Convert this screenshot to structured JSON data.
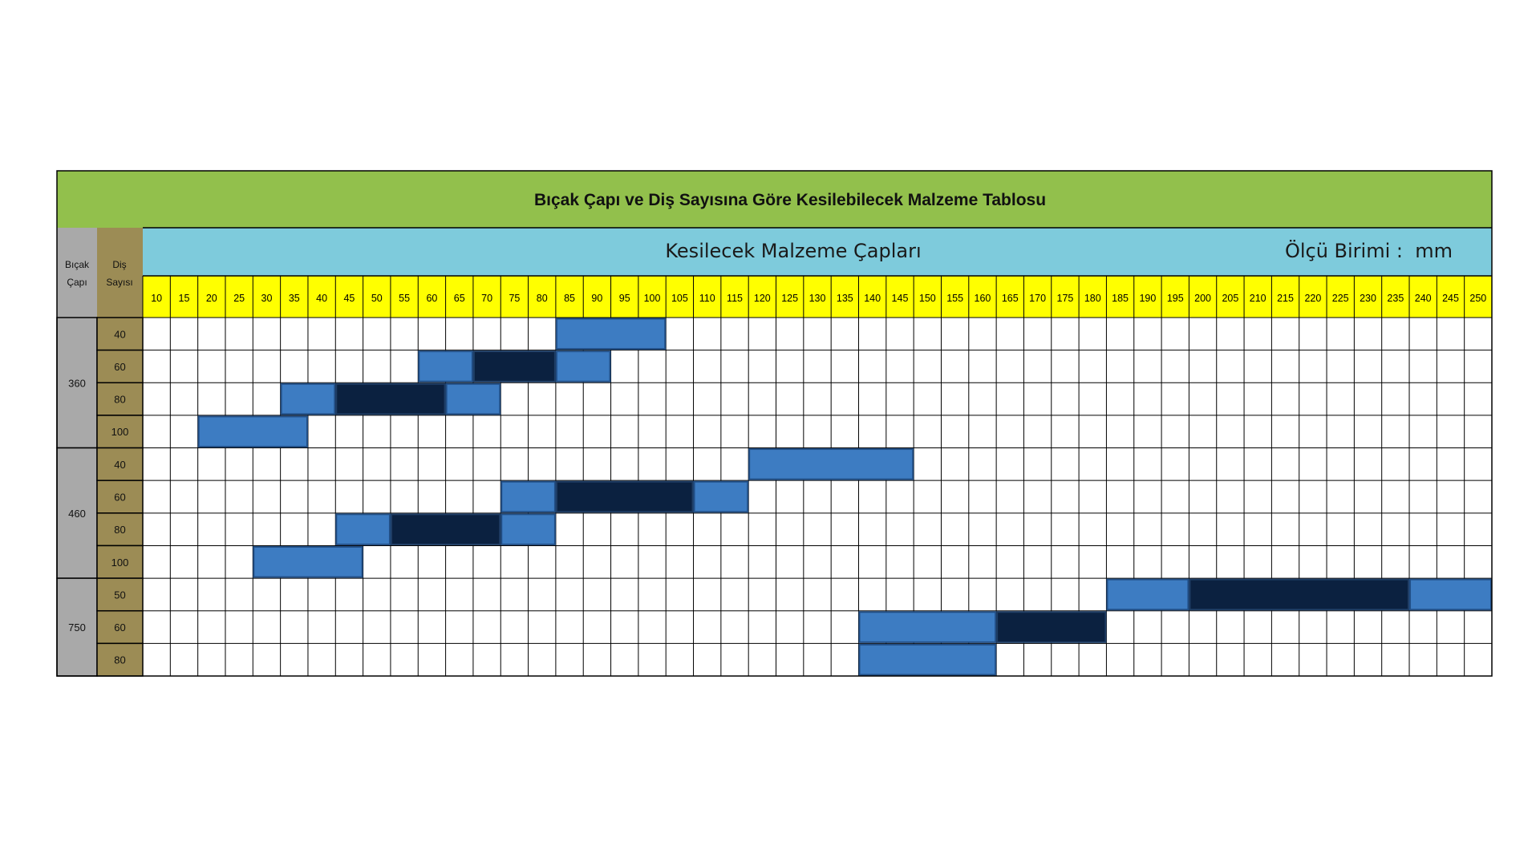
{
  "chart_data": {
    "type": "table",
    "title": "Bıçak Çapı ve Diş Sayısına Göre Kesilebilecek Malzeme Tablosu",
    "subtitle": "Kesilecek Malzeme Çapları",
    "unit_label": "Ölçü Birimi :  mm",
    "header_col1": [
      "Bıçak",
      "Çapı"
    ],
    "header_col2": [
      "Diş",
      "Sayısı"
    ],
    "x_ticks": [
      10,
      15,
      20,
      25,
      30,
      35,
      40,
      45,
      50,
      55,
      60,
      65,
      70,
      75,
      80,
      85,
      90,
      95,
      100,
      105,
      110,
      115,
      120,
      125,
      130,
      135,
      140,
      145,
      150,
      155,
      160,
      165,
      170,
      175,
      180,
      185,
      190,
      195,
      200,
      205,
      210,
      215,
      220,
      225,
      230,
      235,
      240,
      245,
      250
    ],
    "colors": {
      "title_band": "#92c04c",
      "subtitle_band": "#7ecbdc",
      "tick_band": "#ffff00",
      "blade_col": "#a9a9a9",
      "teeth_col": "#9c8c55",
      "range_light": "#3d7cc2",
      "range_light_border": "#224f86",
      "range_dark": "#0b2140",
      "grid": "#000000"
    },
    "groups": [
      {
        "blade_diameter": "360",
        "rows": [
          {
            "teeth": "40",
            "segments": [
              {
                "from": 85,
                "to": 100,
                "shade": "light"
              }
            ]
          },
          {
            "teeth": "60",
            "segments": [
              {
                "from": 60,
                "to": 65,
                "shade": "light"
              },
              {
                "from": 70,
                "to": 80,
                "shade": "dark"
              },
              {
                "from": 85,
                "to": 90,
                "shade": "light"
              }
            ]
          },
          {
            "teeth": "80",
            "segments": [
              {
                "from": 35,
                "to": 40,
                "shade": "light"
              },
              {
                "from": 45,
                "to": 60,
                "shade": "dark"
              },
              {
                "from": 65,
                "to": 70,
                "shade": "light"
              }
            ]
          },
          {
            "teeth": "100",
            "segments": [
              {
                "from": 20,
                "to": 35,
                "shade": "light"
              }
            ]
          }
        ]
      },
      {
        "blade_diameter": "460",
        "rows": [
          {
            "teeth": "40",
            "segments": [
              {
                "from": 120,
                "to": 145,
                "shade": "light"
              }
            ]
          },
          {
            "teeth": "60",
            "segments": [
              {
                "from": 75,
                "to": 80,
                "shade": "light"
              },
              {
                "from": 85,
                "to": 105,
                "shade": "dark"
              },
              {
                "from": 110,
                "to": 115,
                "shade": "light"
              }
            ]
          },
          {
            "teeth": "80",
            "segments": [
              {
                "from": 45,
                "to": 50,
                "shade": "light"
              },
              {
                "from": 55,
                "to": 70,
                "shade": "dark"
              },
              {
                "from": 75,
                "to": 80,
                "shade": "light"
              }
            ]
          },
          {
            "teeth": "100",
            "segments": [
              {
                "from": 30,
                "to": 45,
                "shade": "light"
              }
            ]
          }
        ]
      },
      {
        "blade_diameter": "750",
        "rows": [
          {
            "teeth": "50",
            "segments": [
              {
                "from": 185,
                "to": 195,
                "shade": "light"
              },
              {
                "from": 200,
                "to": 235,
                "shade": "dark"
              },
              {
                "from": 240,
                "to": 250,
                "shade": "light"
              }
            ]
          },
          {
            "teeth": "60",
            "segments": [
              {
                "from": 140,
                "to": 160,
                "shade": "light"
              },
              {
                "from": 165,
                "to": 180,
                "shade": "dark"
              }
            ]
          },
          {
            "teeth": "80",
            "segments": [
              {
                "from": 140,
                "to": 160,
                "shade": "light"
              }
            ]
          }
        ]
      }
    ]
  }
}
